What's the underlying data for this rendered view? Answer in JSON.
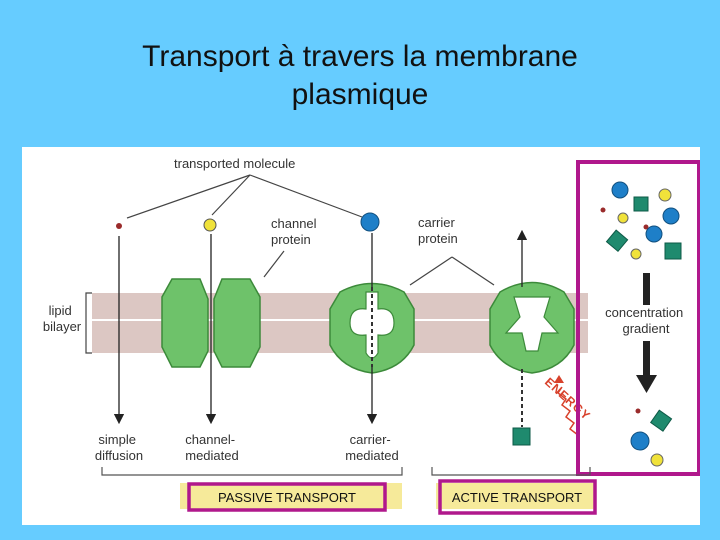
{
  "slide": {
    "title_line1": "Transport à travers la membrane",
    "title_line2": "plasmique"
  },
  "figure": {
    "transported_molecule": "transported molecule",
    "channel_protein_line1": "channel",
    "channel_protein_line2": "protein",
    "carrier_protein_line1": "carrier",
    "carrier_protein_line2": "protein",
    "lipid_bilayer_line1": "lipid",
    "lipid_bilayer_line2": "bilayer",
    "simple_diffusion_line1": "simple",
    "simple_diffusion_line2": "diffusion",
    "channel_mediated_line1": "channel-",
    "channel_mediated_line2": "mediated",
    "carrier_mediated_line1": "carrier-",
    "carrier_mediated_line2": "mediated",
    "energy": "ENERGY",
    "concentration_gradient_line1": "concentration",
    "concentration_gradient_line2": "gradient",
    "passive_transport": "PASSIVE TRANSPORT",
    "active_transport": "ACTIVE TRANSPORT",
    "colors": {
      "slide_bg": "#66ccff",
      "protein_green": "#6ec26a",
      "protein_stroke": "#3c8a3a",
      "membrane": "#d9c4c0",
      "molecule_blue": "#1e7fc8",
      "molecule_yellow": "#f0e23a",
      "molecule_teal": "#1f8a6e",
      "molecule_dot": "#9a2b2b",
      "highlight_magenta": "#b0188c",
      "label_band": "#f6ea9a",
      "energy_red": "#d8412b"
    }
  }
}
